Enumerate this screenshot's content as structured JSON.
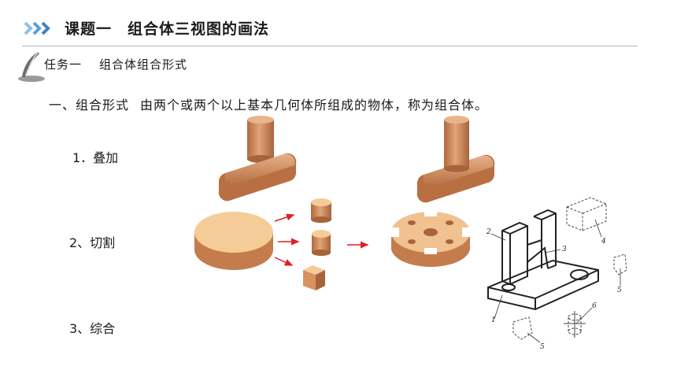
{
  "header": {
    "course": "课题一",
    "topic": "组合体三视图的画法"
  },
  "task": {
    "label": "任务一",
    "subtitle": "组合体组合形式"
  },
  "intro": {
    "heading": "一、组合形式",
    "definition": "由两个或两个以上基本几何体所组成的物体，称为组合体。"
  },
  "forms": [
    {
      "label": "1．叠加"
    },
    {
      "label": "2、切割"
    },
    {
      "label": "3、综合"
    }
  ],
  "diagram_labels": [
    "1",
    "2",
    "3",
    "4",
    "5",
    "5",
    "6"
  ],
  "colors": {
    "accent_chevron": "#3b82c4",
    "accent_chevron_light": "#8fc0ea",
    "solid_fill": "#d99a6c",
    "solid_dark": "#a8633a",
    "disk_top": "#f5cc98",
    "arrow": "#e02020"
  }
}
